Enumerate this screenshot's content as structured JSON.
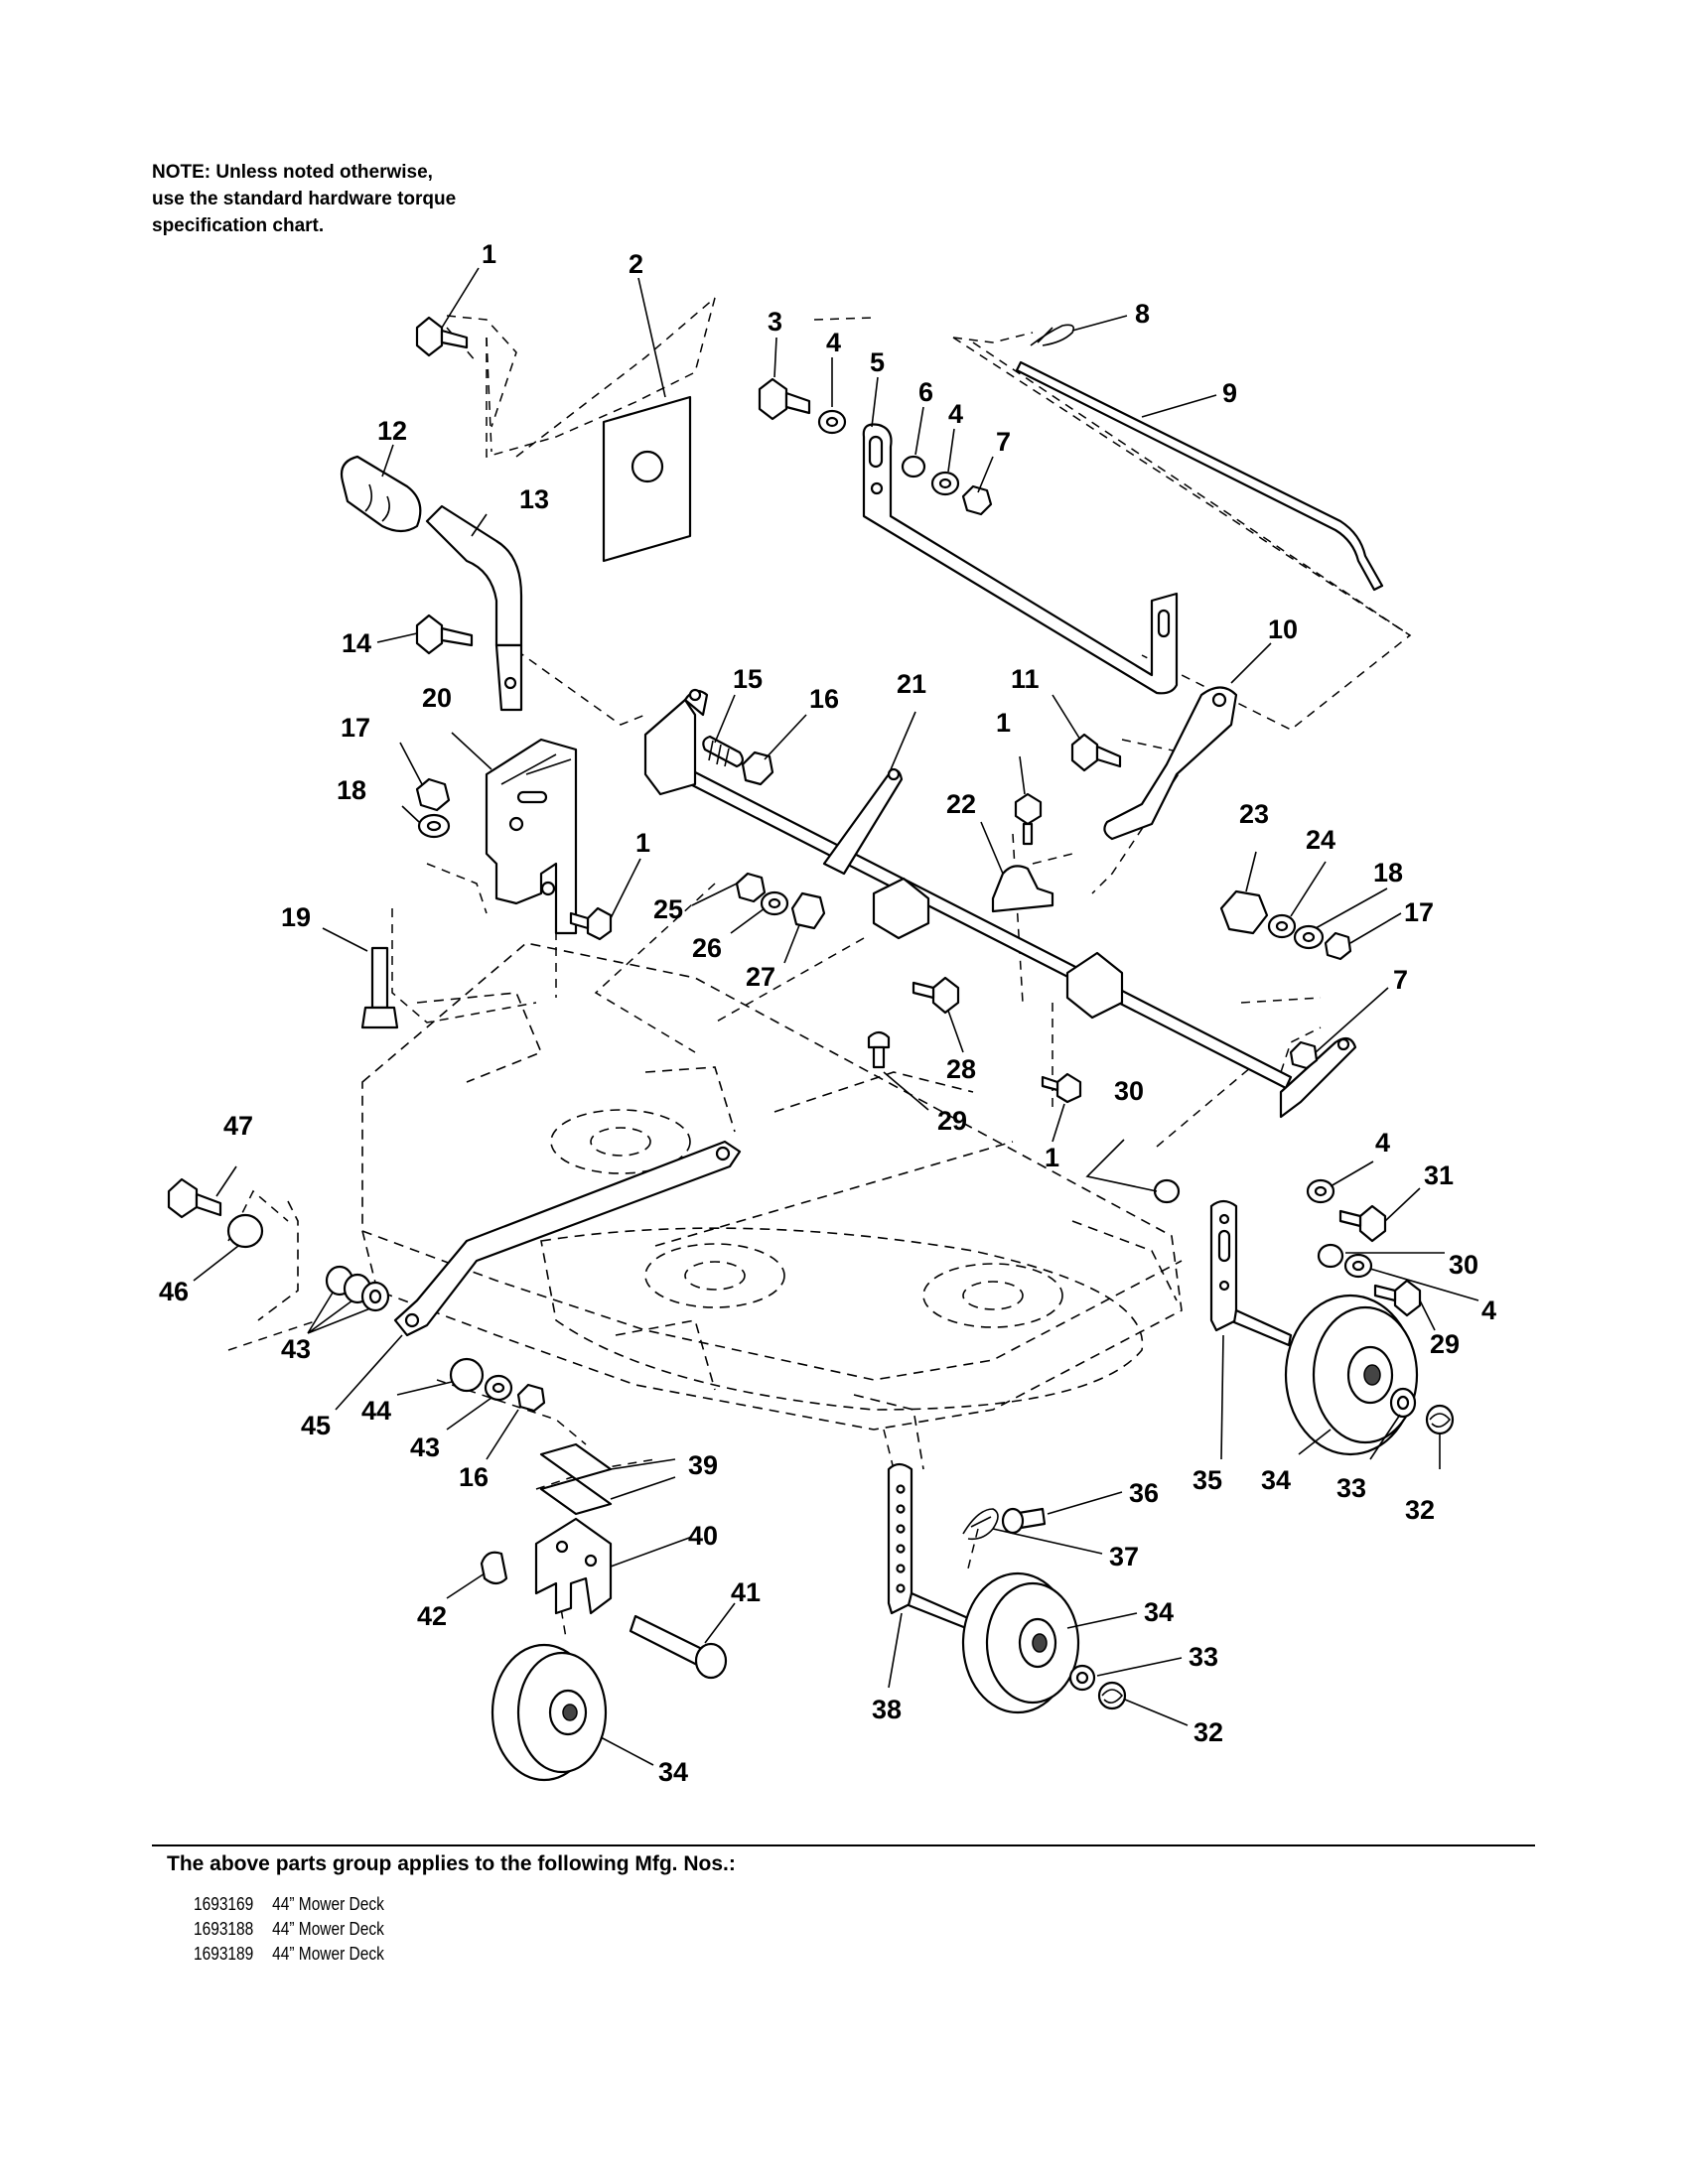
{
  "note": {
    "lines": [
      "NOTE: Unless noted otherwise,",
      "use the standard hardware torque",
      "specification chart."
    ]
  },
  "callouts": {
    "c1a": "1",
    "c2": "2",
    "c3": "3",
    "c4a": "4",
    "c5": "5",
    "c6": "6",
    "c4b": "4",
    "c7a": "7",
    "c8": "8",
    "c9": "9",
    "c10": "10",
    "c11": "11",
    "c12": "12",
    "c13": "13",
    "c14": "14",
    "c15": "15",
    "c16a": "16",
    "c17a": "17",
    "c18a": "18",
    "c19": "19",
    "c20": "20",
    "c21": "21",
    "c1b": "1",
    "c22": "22",
    "c1c": "1",
    "c23": "23",
    "c24": "24",
    "c18b": "18",
    "c17b": "17",
    "c25": "25",
    "c26": "26",
    "c27": "27",
    "c7b": "7",
    "c28": "28",
    "c29a": "29",
    "c1d": "1",
    "c30a": "30",
    "c4c": "4",
    "c31": "31",
    "c30b": "30",
    "c4d": "4",
    "c29b": "29",
    "c47": "47",
    "c46": "46",
    "c43a": "43",
    "c45": "45",
    "c44": "44",
    "c43b": "43",
    "c16b": "16",
    "c39": "39",
    "c40": "40",
    "c42": "42",
    "c41": "41",
    "c34a": "34",
    "c36": "36",
    "c37": "37",
    "c38": "38",
    "c34b": "34",
    "c33a": "33",
    "c32a": "32",
    "c35": "35",
    "c34c": "34",
    "c33b": "33",
    "c32b": "32"
  },
  "applies": {
    "heading": "The above parts group applies to the following Mfg. Nos.:",
    "rows": [
      {
        "number": "1693169",
        "description": "44” Mower Deck"
      },
      {
        "number": "1693188",
        "description": "44” Mower Deck"
      },
      {
        "number": "1693189",
        "description": "44” Mower Deck"
      }
    ]
  }
}
